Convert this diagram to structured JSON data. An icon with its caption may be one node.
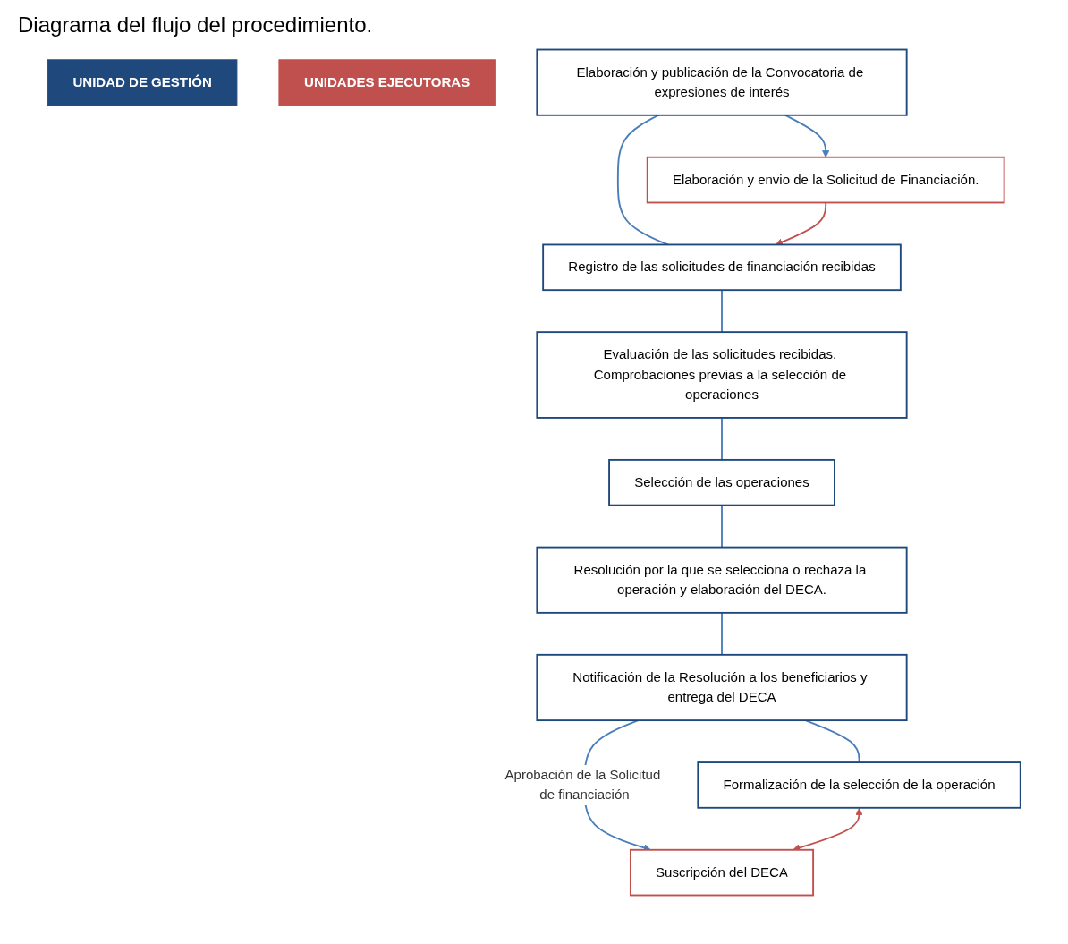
{
  "diagram": {
    "title": "Diagrama del flujo del procedimiento.",
    "nodes": [
      {
        "text": [
          "UNIDAD DE GESTIÓN"
        ]
      },
      {
        "text": [
          "UNIDADES EJECUTORAS"
        ]
      },
      {
        "text": [
          "Elaboración y publicación de la Convocatoria de expresiones de interés"
        ]
      },
      {
        "text": [
          "Registro de las solicitudes de financiación recibidas"
        ]
      },
      {
        "text": [
          "Evaluación de las solicitudes recibidas. Comprobaciones previas a la selección de operaciones"
        ]
      },
      {
        "text": [
          "Selección de las operaciones"
        ]
      },
      {
        "text": [
          "Resolución por la que se selecciona o rechaza la operación y elaboración del DECA."
        ]
      },
      {
        "text": [
          "Notificación de la Resolución a los beneficiarios y entrega del DECA"
        ]
      },
      {
        "text": [
          "Formalización de la selección de la operación"
        ]
      },
      {
        "text": [
          "Elaboración y envio de la Solicitud de Financiación."
        ]
      },
      {
        "text": [
          "Suscripción del DECA"
        ]
      }
    ],
    "edges": [
      {
        "from": 2,
        "to": 3,
        "arrow": "none"
      },
      {
        "from": 2,
        "to": 9,
        "arrow": "to"
      },
      {
        "from": 9,
        "to": 3,
        "arrow": "to",
        "color": "#c0504d"
      },
      {
        "from": 3,
        "to": 4,
        "arrow": "none"
      },
      {
        "from": 4,
        "to": 5,
        "arrow": "none"
      },
      {
        "from": 5,
        "to": 6,
        "arrow": "none"
      },
      {
        "from": 6,
        "to": 7,
        "arrow": "none"
      },
      {
        "from": 7,
        "to": 10,
        "arrow": "to",
        "label": "Aprobación de la Solicitud de financiación"
      },
      {
        "from": 7,
        "to": 8,
        "arrow": "none"
      },
      {
        "from": 8,
        "to": 10,
        "arrow": "both",
        "color": "#c0504d"
      }
    ]
  }
}
